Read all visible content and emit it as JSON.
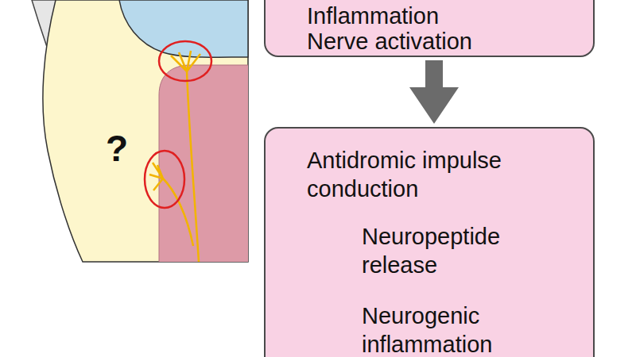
{
  "diagram": {
    "nodes": [
      {
        "text": [
          "Inflammation",
          "Nerve activation"
        ]
      },
      {
        "text": [
          "Antidromic impulse conduction",
          "Neuropeptide release",
          "Neurogenic inflammation"
        ]
      }
    ],
    "edges": [
      {
        "from": 0,
        "to": 1,
        "arrow": "to"
      }
    ],
    "labels": [
      "?"
    ]
  }
}
